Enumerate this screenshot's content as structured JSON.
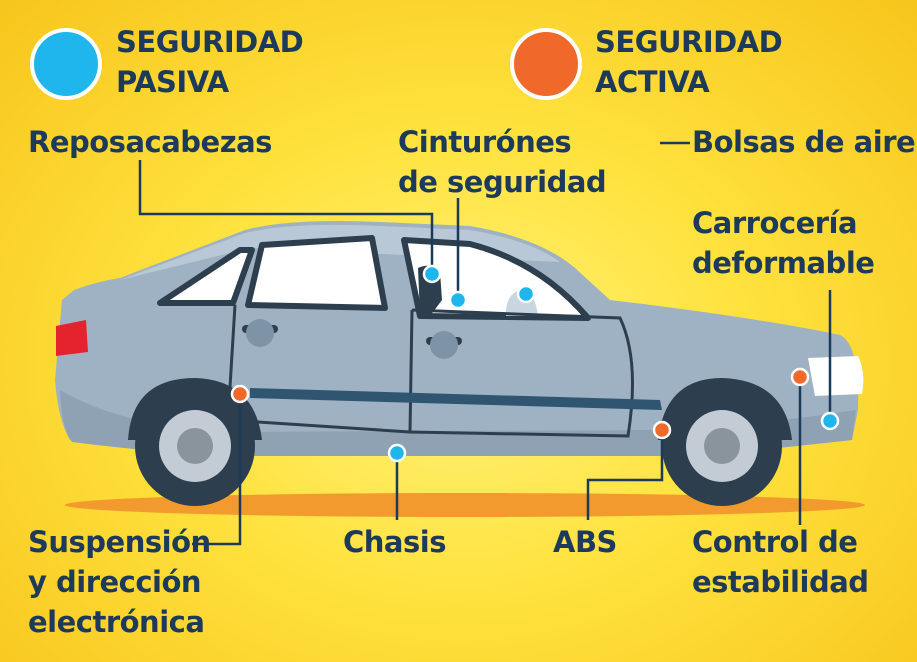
{
  "legend": {
    "passive": {
      "line1": "SEGURIDAD",
      "line2": "PASIVA",
      "color": "#1eb6ec"
    },
    "active": {
      "line1": "SEGURIDAD",
      "line2": "ACTIVA",
      "color": "#f0692b"
    }
  },
  "labels": {
    "reposacabezas": "Reposacabezas",
    "cinturones": "Cinturónes\nde seguridad",
    "bolsas": "Bolsas de aire",
    "carroceria": "Carrocería\ndeformable",
    "suspension": "Suspensión\ny dirección\nelectrónica",
    "chasis": "Chasis",
    "abs": "ABS",
    "control": "Control de\nestabilidad"
  },
  "colors": {
    "text": "#1d3a5a",
    "car_body": "#9fb2c3",
    "car_dark": "#2d3e4e",
    "ground": "#f39a2e"
  }
}
